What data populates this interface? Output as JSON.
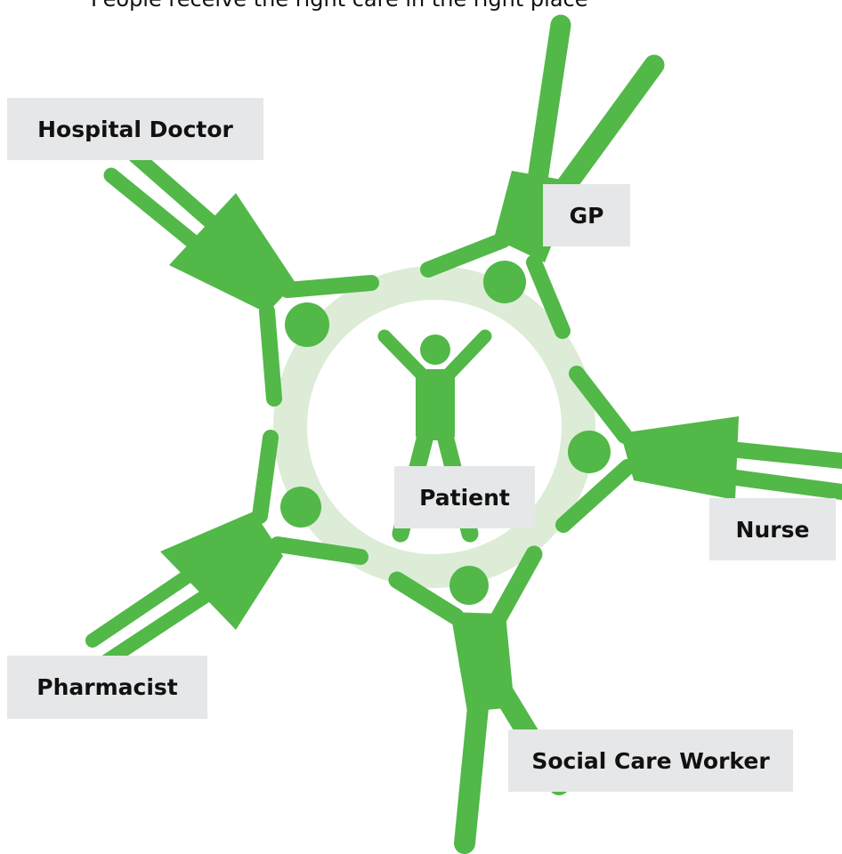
{
  "caption": "People receive the right care in the right place",
  "center": {
    "label": "Patient"
  },
  "roles": [
    {
      "id": "hospital-doctor",
      "label": "Hospital Doctor"
    },
    {
      "id": "gp",
      "label": "GP"
    },
    {
      "id": "nurse",
      "label": "Nurse"
    },
    {
      "id": "pharmacist",
      "label": "Pharmacist"
    },
    {
      "id": "social-care-worker",
      "label": "Social Care Worker"
    }
  ],
  "colors": {
    "figure": "#52b848",
    "ring": "#dcecd6",
    "label_bg": "#e6e7e8",
    "text": "#111111"
  }
}
